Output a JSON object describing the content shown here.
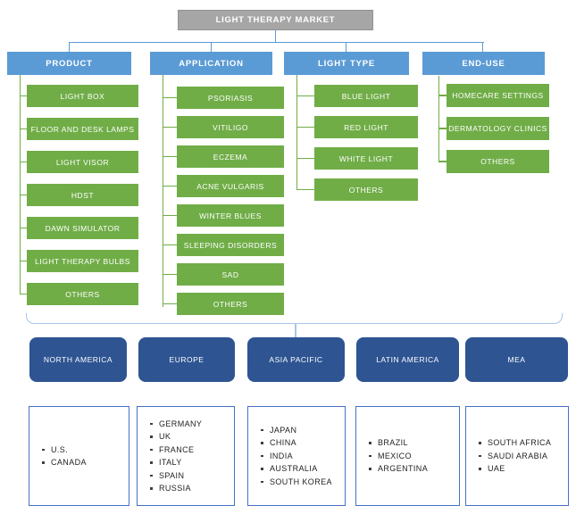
{
  "title": "LIGHT THERAPY MARKET",
  "palette": {
    "root_gray": "#a6a6a6",
    "header_blue": "#5b9bd5",
    "segment_green": "#70ad47",
    "region_navy": "#2e5492",
    "bracket_light_blue": "#a9c5e8",
    "list_border_blue": "#4472c4"
  },
  "columns": [
    {
      "label": "PRODUCT",
      "items": [
        "LIGHT BOX",
        "FLOOR AND DESK LAMPS",
        "LIGHT VISOR",
        "HDST",
        "DAWN SIMULATOR",
        "LIGHT THERAPY BULBS",
        "OTHERS"
      ]
    },
    {
      "label": "APPLICATION",
      "items": [
        "PSORIASIS",
        "VITILIGO",
        "ECZEMA",
        "ACNE VULGARIS",
        "WINTER BLUES",
        "SLEEPING DISORDERS",
        "SAD",
        "OTHERS"
      ]
    },
    {
      "label": "LIGHT TYPE",
      "items": [
        "BLUE LIGHT",
        "RED LIGHT",
        "WHITE LIGHT",
        "OTHERS"
      ]
    },
    {
      "label": "END-USE",
      "items": [
        "HOMECARE SETTINGS",
        "DERMATOLOGY CLINICS",
        "OTHERS"
      ]
    }
  ],
  "regions": [
    {
      "label": "NORTH AMERICA",
      "countries": [
        "U.S.",
        "CANADA"
      ]
    },
    {
      "label": "EUROPE",
      "countries": [
        "GERMANY",
        "UK",
        "FRANCE",
        "ITALY",
        "SPAIN",
        "RUSSIA"
      ]
    },
    {
      "label": "ASIA PACIFIC",
      "countries": [
        "JAPAN",
        "CHINA",
        "INDIA",
        "AUSTRALIA",
        "SOUTH KOREA"
      ]
    },
    {
      "label": "LATIN AMERICA",
      "countries": [
        "BRAZIL",
        "MEXICO",
        "ARGENTINA"
      ]
    },
    {
      "label": "MEA",
      "countries": [
        "SOUTH AFRICA",
        "SAUDI ARABIA",
        "UAE"
      ]
    }
  ]
}
